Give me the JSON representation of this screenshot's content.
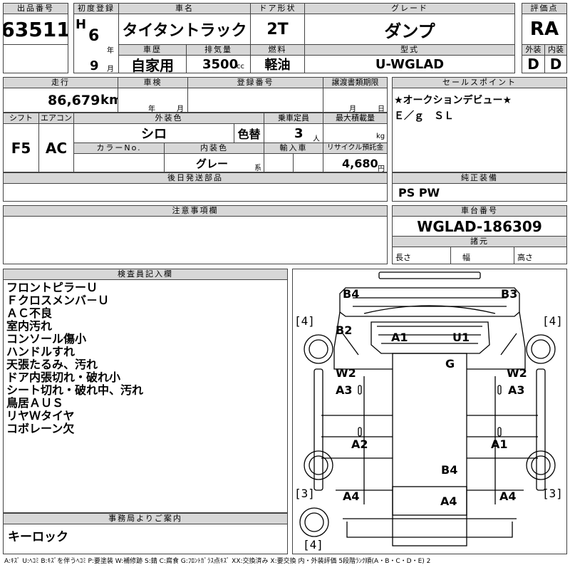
{
  "header": {
    "lot_no_label": "出品番号",
    "lot_no": "63511",
    "first_reg_label": "初度登録",
    "era": "H",
    "year": "6",
    "year_unit": "年",
    "month": "9",
    "month_unit": "月",
    "car_name_label": "車名",
    "car_name": "タイタントラック",
    "history_label": "車歴",
    "history": "自家用",
    "displacement_label": "排気量",
    "displacement": "3500",
    "displacement_unit": "cc",
    "door_label": "ドア形状",
    "door": "2T",
    "fuel_label": "燃料",
    "fuel": "軽油",
    "grade_label": "グレード",
    "grade": "ダンプ",
    "model_label": "型式",
    "model": "U-WGLAD",
    "score_label": "評価点",
    "score": "RA",
    "ext_label": "外装",
    "ext_grade": "D",
    "int_label": "内装",
    "int_grade": "D"
  },
  "row2": {
    "mileage_label": "走行",
    "mileage": "86,679",
    "mileage_unit": "km",
    "inspection_label": "車検",
    "inspection_year_unit": "年",
    "inspection_month_unit": "月",
    "reg_no_label": "登録番号",
    "transfer_label": "譲渡書類期限",
    "transfer_month_unit": "月",
    "transfer_day_unit": "日",
    "sales_points_label": "セールスポイント",
    "sales_points": [
      "★オークションデビュー★",
      "Ｅ／ｇ　ＳＬ"
    ]
  },
  "row3": {
    "shift_label": "シフト",
    "shift": "F5",
    "ac_label": "エアコン",
    "ac": "AC",
    "ext_color_label": "外装色",
    "ext_color": "シロ",
    "color_change": "色替",
    "capacity_label": "乗車定員",
    "capacity": "3",
    "capacity_unit": "人",
    "max_load_label": "最大積載量",
    "max_load_unit": "kg",
    "color_no_label": "カラーNo.",
    "int_color_label": "内装色",
    "int_color": "グレー",
    "int_color_unit": "系",
    "import_label": "輸入車",
    "recycle_label": "リサイクル預託金",
    "recycle": "4,680",
    "recycle_unit": "円"
  },
  "later_parts_label": "後日発送部品",
  "genuine_label": "純正装備",
  "genuine": "PS PW",
  "caution_label": "注意事項欄",
  "chassis_label": "車台番号",
  "chassis": "WGLAD-186309",
  "dims_label": "諸元",
  "dims": {
    "length": "長さ",
    "width": "幅",
    "height": "高さ"
  },
  "inspector_label": "検査員記入欄",
  "inspector_notes": [
    "フロントピラーＵ",
    "Ｆクロスメンバ－Ｕ",
    "ＡＣ不良",
    "室内汚れ",
    "コンソール傷小",
    "ハンドルすれ",
    "天張たるみ、汚れ",
    "ドア内張切れ・破れ小",
    "シート切れ・破れ中、汚れ",
    "鳥居ＡＵＳ",
    "リヤＷタイヤ",
    "コボレーン欠"
  ],
  "office_label": "事務局よりご案内",
  "office_note": "キーロック",
  "diagram": {
    "tires": {
      "fl": "4",
      "fr": "4",
      "rl": "3",
      "rr": "3",
      "spare": "4"
    },
    "marks": {
      "b4_top": "B4",
      "b3_top": "B3",
      "b2": "B2",
      "a1_cab": "A1",
      "u1": "U1",
      "g": "G",
      "w2_l": "W2",
      "w2_r": "W2",
      "a3_l": "A3",
      "a3_r": "A3",
      "a2": "A2",
      "a1_r": "A1",
      "b4_bed": "B4",
      "a4_l": "A4",
      "a4_c": "A4",
      "a4_r": "A4"
    }
  },
  "legend": "A:ｷｽﾞ U:ﾍｺﾐ B:ｷｽﾞを伴うﾍｺﾐ P:要塗装 W:補修跡 S:錆 C:腐食 G:ﾌﾛﾝﾄｶﾞﾗｽ点ｷｽﾞ XX:交換済み X:要交換 内・外装評価 5段階ﾗﾝｸ順(A・B・C・D・E) 2"
}
